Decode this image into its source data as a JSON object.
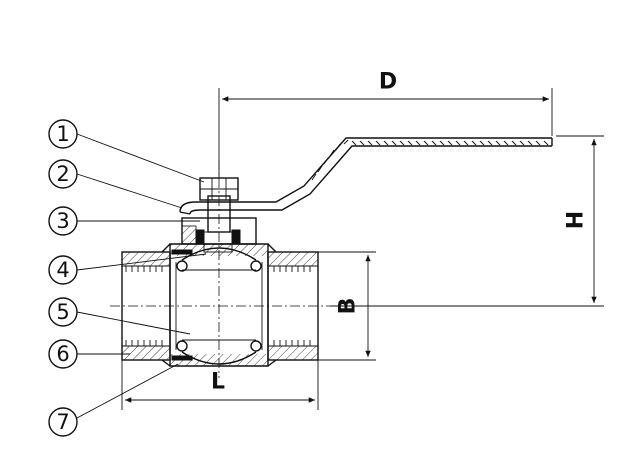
{
  "callouts": [
    {
      "num": "1"
    },
    {
      "num": "2"
    },
    {
      "num": "3"
    },
    {
      "num": "4"
    },
    {
      "num": "5"
    },
    {
      "num": "6"
    },
    {
      "num": "7"
    }
  ],
  "dimensions": {
    "D": "D",
    "H": "H",
    "B": "B",
    "L": "L"
  }
}
